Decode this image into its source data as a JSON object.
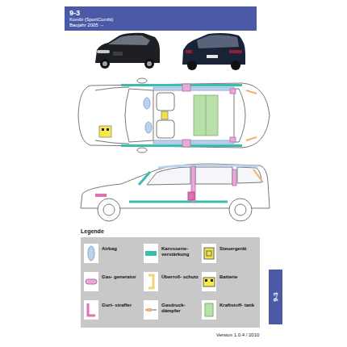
{
  "diagram": {
    "nodes": [
      {
        "text": [
          "9-3",
          "Kombi (SportCombi)",
          "Baujahr 2005 →"
        ]
      },
      {
        "text": [
          "Legende"
        ]
      },
      {
        "text": [
          "9-3"
        ]
      }
    ],
    "labels": [
      "Version 1.0.4 / 2010"
    ],
    "legend": [
      {
        "text": "Airbag",
        "color": "#bcd3ee"
      },
      {
        "text": "Karosserie- verstärkung",
        "color": "#3cbcae"
      },
      {
        "text": "Steuergerät",
        "color": "#f2e24a"
      },
      {
        "text": "Gas- generator",
        "color": "#e8a8d8"
      },
      {
        "text": "Überroll- schutz",
        "color": "#f2d27a"
      },
      {
        "text": "Batterie",
        "color": "#f5e94a"
      },
      {
        "text": "Gurt- straffer",
        "color": "#e070b0"
      },
      {
        "text": "Gasdruck- dämpfer",
        "color": "#f0b070"
      },
      {
        "text": "Kraftstoff- tank",
        "color": "#b8e0a8"
      }
    ]
  }
}
